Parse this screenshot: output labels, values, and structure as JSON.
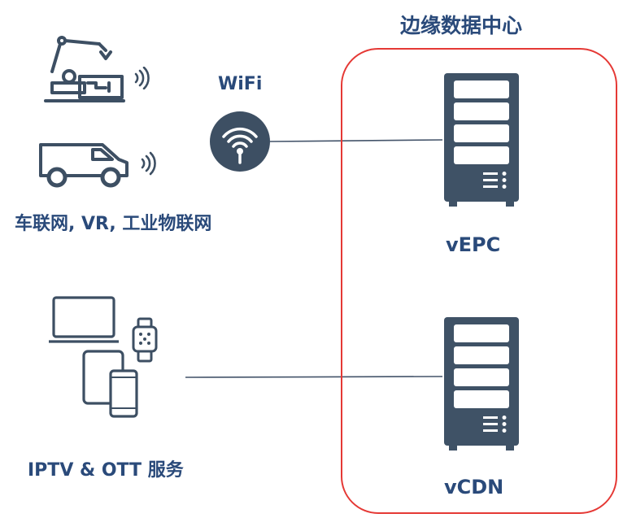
{
  "edge": {
    "title": "边缘数据中心"
  },
  "wifi": {
    "label": "WiFi"
  },
  "group1": {
    "caption": "车联网, VR, 工业物联网"
  },
  "group2": {
    "caption": "IPTV & OTT 服务"
  },
  "servers": [
    {
      "label": "vEPC"
    },
    {
      "label": "vCDN"
    }
  ],
  "colors": {
    "icon": "#3d4f63",
    "server": "#3f5266",
    "border": "#e53935",
    "text": "#2a4a7a",
    "line": "#44546a"
  }
}
